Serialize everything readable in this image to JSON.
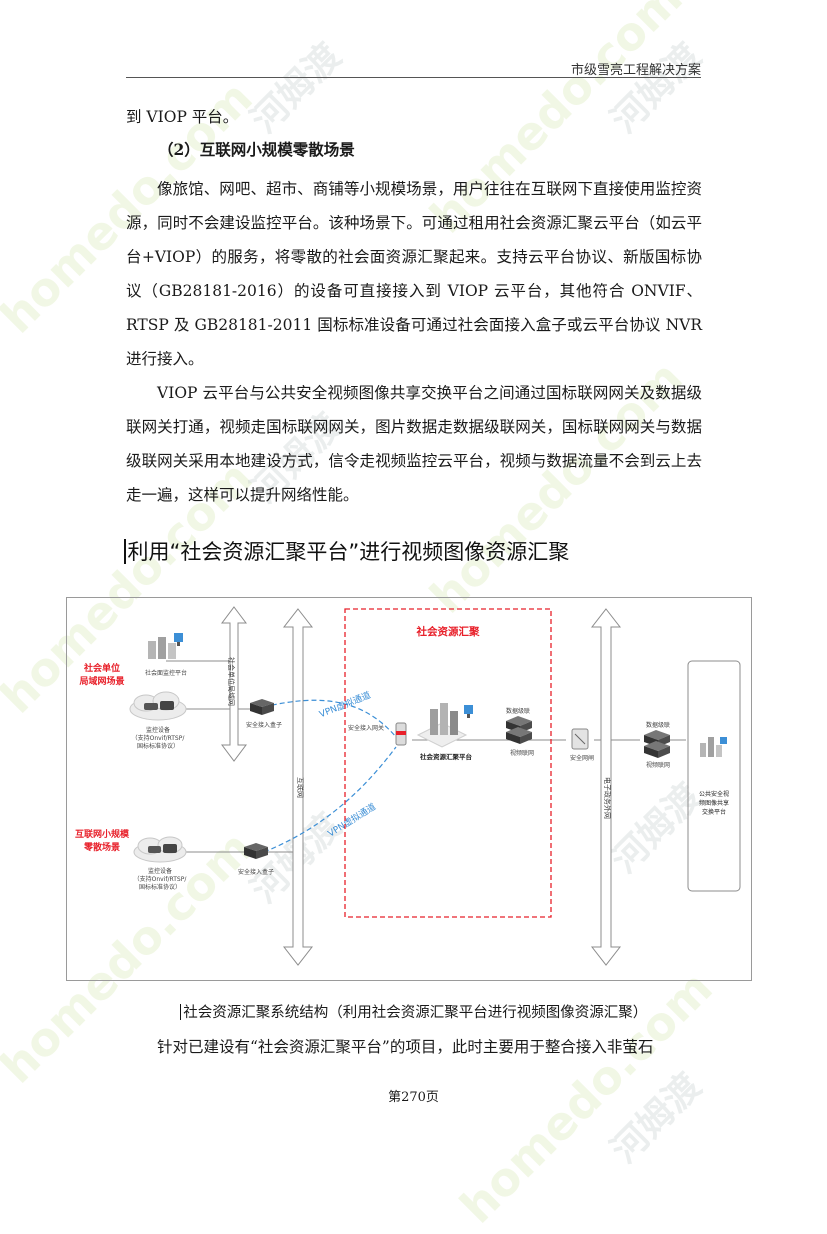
{
  "header": {
    "title": "市级雪亮工程解决方案"
  },
  "paragraphs": {
    "top": "到 VIOP 平台。",
    "subhead": "（2）互联网小规模零散场景",
    "p1": "像旅馆、网吧、超市、商铺等小规模场景，用户往往在互联网下直接使用监控资源，同时不会建设监控平台。该种场景下。可通过租用社会资源汇聚云平台（如云平台+VIOP）的服务，将零散的社会面资源汇聚起来。支持云平台协议、新版国标协议（GB28181-2016）的设备可直接接入到 VIOP 云平台，其他符合 ONVIF、RTSP 及 GB28181-2011 国标标准设备可通过社会面接入盒子或云平台协议 NVR 进行接入。",
    "p2": "VIOP 云平台与公共安全视频图像共享交换平台之间通过国标联网网关及数据级联网关打通，视频走国标联网网关，图片数据走数据级联网关，国标联网网关与数据级联网关采用本地建设方式，信令走视频监控云平台，视频与数据流量不会到云上去走一遍，这样可以提升网络性能。",
    "last": "针对已建设有“社会资源汇聚平台”的项目，此时主要用于整合接入非萤石"
  },
  "section": {
    "heading": "利用“社会资源汇聚平台”进行视频图像资源汇聚"
  },
  "diagram": {
    "scene1_line1": "社会单位",
    "scene1_line2": "局域网场景",
    "scene2_line1": "互联网小规模",
    "scene2_line2": "零散场景",
    "lan_monitor_platform": "社会面监控平台",
    "lan_axis": "社会单位局域网",
    "device1_line1": "监控设备",
    "device1_line2": "（支持Onvif/RTSP/",
    "device1_line3": "国标标准协议）",
    "box1": "安全接入盒子",
    "box2": "安全接入盒子",
    "device2_line1": "监控设备",
    "device2_line2": "（支持Onvif/RTSP/",
    "device2_line3": "国标标准协议）",
    "internet_axis": "互联网",
    "vpn1": "VPN虚拟通道",
    "vpn2": "VPN虚拟通道",
    "aggregation_title": "社会资源汇聚",
    "access_gateway": "安全接入网关",
    "platform": "社会资源汇聚平台",
    "data_cascade1": "数据级联",
    "video_network1": "视频联网",
    "security_gateway": "安全网闸",
    "gov_axis": "电子政务外网",
    "data_cascade2": "数据级联",
    "video_network2": "视频联网",
    "public_platform_line1": "公共安全视",
    "public_platform_line2": "频图像共享",
    "public_platform_line3": "交换平台",
    "colors": {
      "red": "#e8202a",
      "blue": "#3c8fd6",
      "gray": "#8c8c8c"
    }
  },
  "caption": "社会资源汇聚系统结构（利用社会资源汇聚平台进行视频图像资源汇聚）",
  "footer": {
    "page": "第270页"
  },
  "watermark": {
    "en": "homedo.com",
    "cn": "河姆渡"
  }
}
